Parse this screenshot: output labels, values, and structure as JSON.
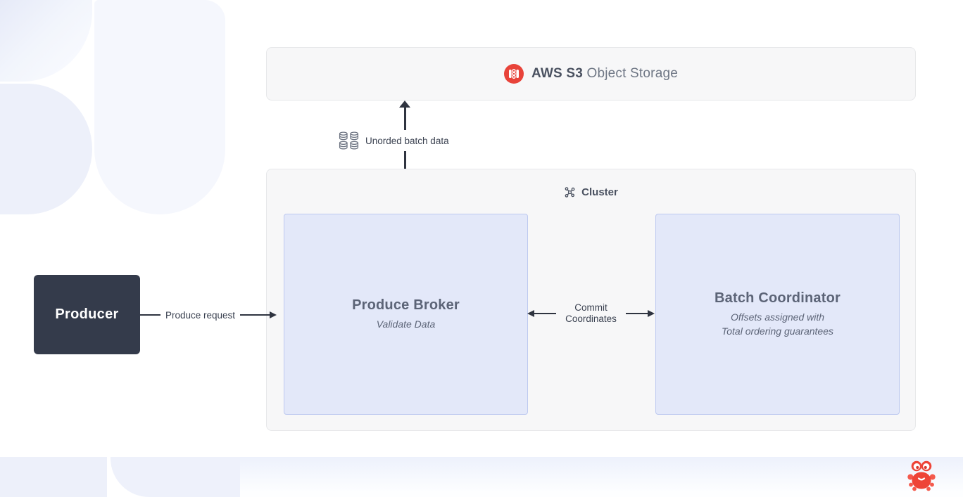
{
  "s3": {
    "brand": "AWS S3",
    "label": "Object Storage",
    "icon": "s3-bucket-icon",
    "icon_color": "#e8433a"
  },
  "cluster": {
    "label": "Cluster",
    "icon": "cluster-network-icon"
  },
  "nodes": {
    "produce_broker": {
      "title": "Produce Broker",
      "subtitle": "Validate Data"
    },
    "batch_coordinator": {
      "title": "Batch Coordinator",
      "subtitle_line1": "Offsets assigned with",
      "subtitle_line2": "Total ordering guarantees"
    },
    "producer": {
      "label": "Producer"
    }
  },
  "edges": {
    "produce_request": {
      "label": "Produce request"
    },
    "unordered_batch": {
      "label": "Unorded batch data",
      "icon": "database-grid-icon"
    },
    "commit": {
      "line1": "Commit",
      "line2": "Coordinates"
    }
  },
  "branding": {
    "logo_icon": "crab-icon",
    "logo_color": "#ee4437"
  },
  "colors": {
    "accent_red": "#e8433a",
    "producer_bg": "#343b4b",
    "arrow": "#2f3440",
    "node_bg": "#e3e8f9",
    "node_border": "#bdc9f0",
    "container_bg": "#f7f7f8",
    "container_border": "#e7e8ea",
    "node_text": "#5c6477",
    "decor_lavender": "#edf0fa"
  }
}
